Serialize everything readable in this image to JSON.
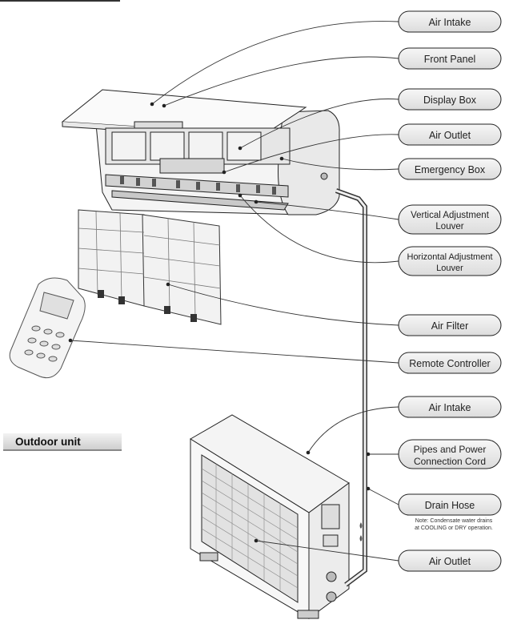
{
  "labels": {
    "air_intake_top": "Air Intake",
    "front_panel": "Front Panel",
    "display_box": "Display Box",
    "air_outlet_top": "Air Outlet",
    "emergency_box": "Emergency Box",
    "vertical_louver_1": "Vertical Adjustment",
    "vertical_louver_2": "Louver",
    "horizontal_louver_1": "Horizontal Adjustment",
    "horizontal_louver_2": "Louver",
    "air_filter": "Air Filter",
    "remote_controller": "Remote Controller",
    "air_intake_bottom": "Air Intake",
    "pipes_1": "Pipes and Power",
    "pipes_2": "Connection Cord",
    "drain_hose": "Drain Hose",
    "air_outlet_bottom": "Air Outlet"
  },
  "section_heading": "Outdoor unit",
  "note": {
    "line1": "Note: Condensate water drains",
    "line2": "at COOLING or DRY operation."
  },
  "colors": {
    "pill_fill": "#ececec",
    "pill_stroke": "#222222",
    "line": "#333333"
  }
}
